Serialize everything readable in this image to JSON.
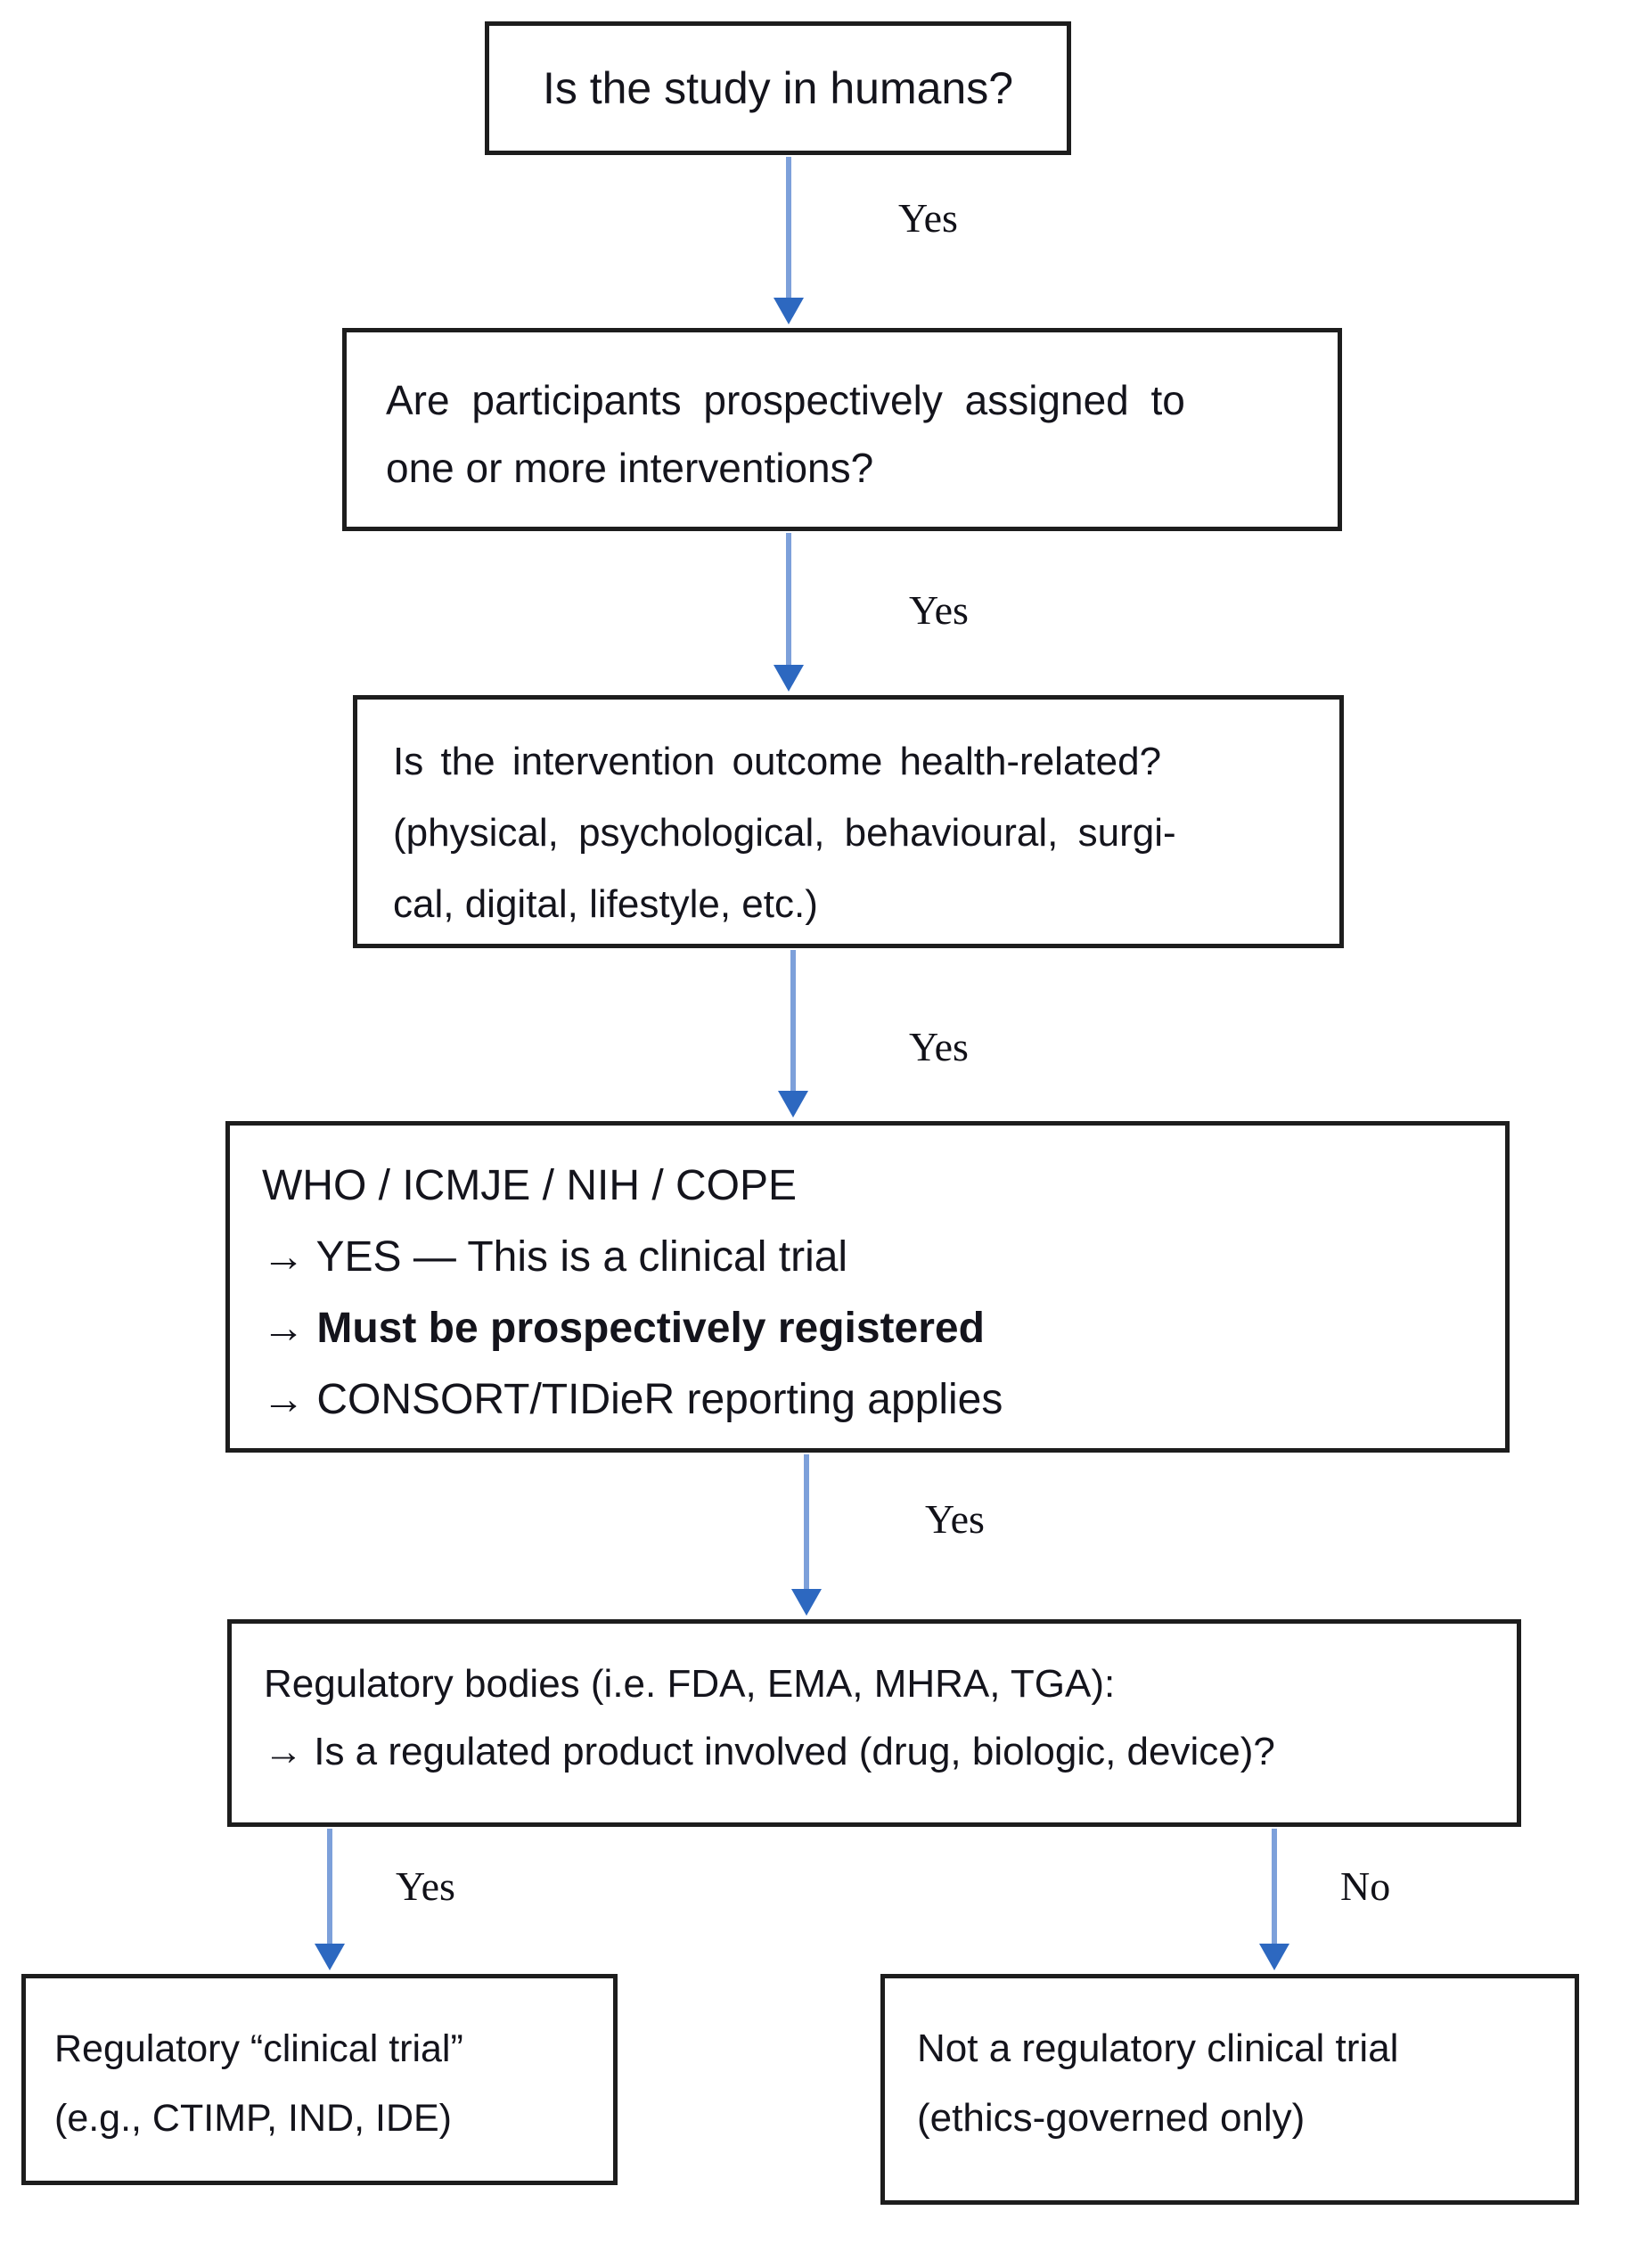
{
  "nodes": {
    "q_humans": {
      "text": "Is the study in humans?"
    },
    "q_assigned": {
      "lines": [
        "Are participants prospectively assigned to",
        "one or more interventions?"
      ]
    },
    "q_health_outcome": {
      "lines": [
        "Is the intervention outcome health-related?",
        "(physical, psychological, behavioural, surgi-",
        "cal, digital, lifestyle, etc.)"
      ]
    },
    "who_definitions": {
      "lines": [
        "WHO / ICMJE / NIH / COPE",
        "→ YES — This is a clinical trial",
        "→ Must be prospectively registered",
        "→ CONSORT/TIDieR reporting applies"
      ]
    },
    "regulatory_q": {
      "lines": [
        "Regulatory bodies (i.e. FDA, EMA, MHRA, TGA):",
        "→ Is a regulated product involved (drug, biologic, device)?"
      ]
    },
    "outcome_regulatory": {
      "lines": [
        "Regulatory “clinical trial”",
        "(e.g., CTIMP, IND, IDE)"
      ]
    },
    "outcome_not_regulatory": {
      "lines": [
        "Not a regulatory clinical trial",
        "(ethics-governed only)"
      ]
    }
  },
  "edge_labels": {
    "e1": "Yes",
    "e2": "Yes",
    "e3": "Yes",
    "e4": "Yes",
    "e5_yes": "Yes",
    "e5_no": "No"
  },
  "colors": {
    "arrow_stem": "#7da0da",
    "arrow_head": "#2d68c0",
    "box_border": "#1d1d1d",
    "text": "#14141c",
    "background": "#ffffff"
  }
}
